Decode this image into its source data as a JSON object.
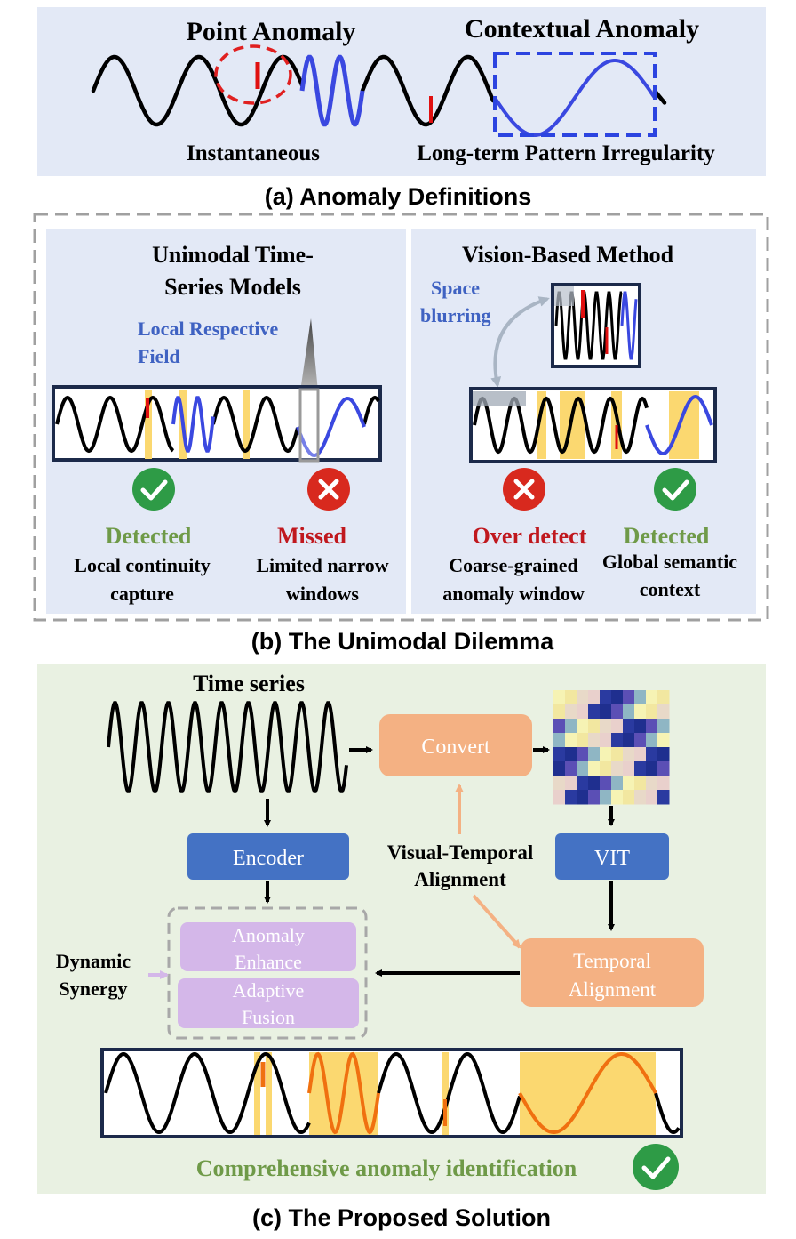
{
  "panel_a": {
    "point_anomaly": "Point Anomaly",
    "contextual_anomaly": "Contextual Anomaly",
    "instantaneous": "Instantaneous",
    "long_term": "Long-term Pattern Irregularity",
    "caption": "(a) Anomaly Definitions"
  },
  "panel_b": {
    "left_title_1": "Unimodal Time-",
    "left_title_2": "Series Models",
    "local_field_1": "Local Respective",
    "local_field_2": "Field",
    "left_ok_status": "Detected",
    "left_ok_desc_1": "Local continuity",
    "left_ok_desc_2": "capture",
    "left_bad_status": "Missed",
    "left_bad_desc_1": "Limited narrow",
    "left_bad_desc_2": "windows",
    "right_title": "Vision-Based Method",
    "space_blur_1": "Space",
    "space_blur_2": "blurring",
    "right_bad_status": "Over detect",
    "right_bad_desc_1": "Coarse-grained",
    "right_bad_desc_2": "anomaly window",
    "right_ok_status": "Detected",
    "right_ok_desc_1": "Global semantic",
    "right_ok_desc_2": "context",
    "caption": "(b) The Unimodal Dilemma"
  },
  "panel_c": {
    "time_series": "Time series",
    "convert": "Convert",
    "encoder": "Encoder",
    "vit": "VIT",
    "vta_1": "Visual-Temporal",
    "vta_2": "Alignment",
    "anomaly_1": "Anomaly",
    "anomaly_2": "Enhance",
    "adaptive_1": "Adaptive",
    "adaptive_2": "Fusion",
    "temporal_1": "Temporal",
    "temporal_2": "Alignment",
    "dynamic_1": "Dynamic",
    "dynamic_2": "Synergy",
    "result": "Comprehensive anomaly identification",
    "caption": "(c) The Proposed Solution"
  },
  "colors": {
    "panel_blue": "#e3e9f6",
    "panel_green": "#e9f1e2",
    "signal_blue": "#3a48e0",
    "anomaly_red": "#e01010",
    "highlight_yellow": "#fbd870",
    "ok_green": "#2e9b46",
    "bad_red": "#d8291e",
    "status_green": "#6f9a48",
    "status_red": "#c0181e",
    "box_blue": "#4472c4",
    "box_orange": "#f4b183",
    "box_purple": "#d4b7e9",
    "label_blue": "#3f62c2"
  }
}
